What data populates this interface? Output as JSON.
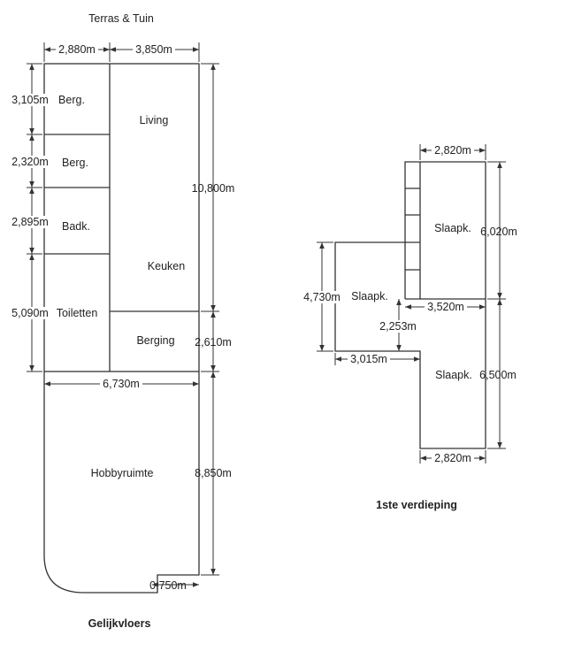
{
  "ground_floor": {
    "title": "Gelijkvloers",
    "top_label": "Terras & Tuin",
    "rooms": {
      "berg1": "Berg.",
      "berg2": "Berg.",
      "badk": "Badk.",
      "toiletten": "Toiletten",
      "living": "Living",
      "keuken": "Keuken",
      "berging": "Berging",
      "hobby": "Hobbyruimte"
    },
    "dimensions": {
      "top_left_width": "2,880m",
      "top_right_width": "3,850m",
      "berg1_height": "3,105m",
      "berg2_height": "2,320m",
      "badk_height": "2,895m",
      "toiletten_height": "5,090m",
      "living_height": "10,800m",
      "berging_height": "2,610m",
      "total_width": "6,730m",
      "hobby_height": "8,850m",
      "step_width": "0,750m"
    }
  },
  "first_floor": {
    "title": "1ste verdieping",
    "rooms": {
      "slaapk_top": "Slaapk.",
      "slaapk_left": "Slaapk.",
      "slaapk_bottom": "Slaapk."
    },
    "dimensions": {
      "top_width": "2,820m",
      "top_height": "6,020m",
      "left_height": "4,730m",
      "mid_width": "3,520m",
      "mid_offset": "2,253m",
      "left_width": "3,015m",
      "bottom_height": "6,500m",
      "bottom_width": "2,820m"
    }
  }
}
